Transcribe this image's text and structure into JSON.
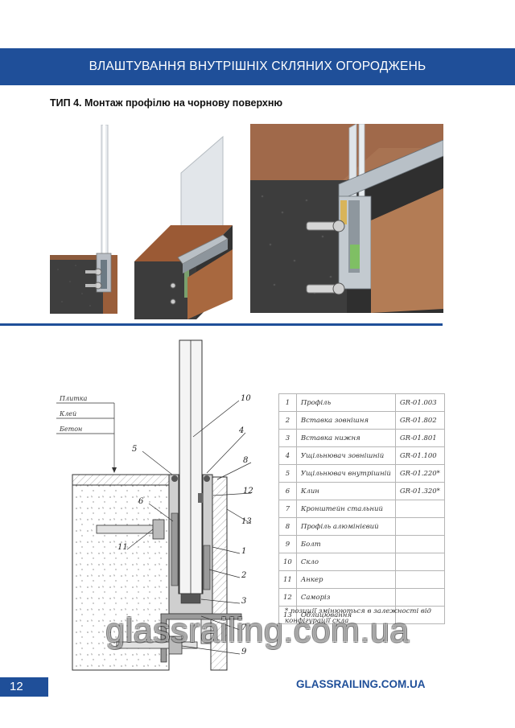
{
  "header": {
    "title": "ВЛАШТУВАННЯ ВНУТРІШНІХ СКЛЯНИХ ОГОРОДЖЕНЬ",
    "color": "#1f4f99"
  },
  "subtitle": "ТИП 4. Монтаж профілю на чорнову поверхню",
  "drawing": {
    "layers": [
      "Плитка",
      "Клей",
      "Бетон"
    ],
    "callouts": [
      "10",
      "5",
      "4",
      "8",
      "6",
      "12",
      "13",
      "11",
      "1",
      "2",
      "3",
      "7",
      "9"
    ]
  },
  "parts": [
    {
      "num": "1",
      "name": "Профіль",
      "code": "GR-01.003"
    },
    {
      "num": "2",
      "name": "Вставка зовнішня",
      "code": "GR-01.802"
    },
    {
      "num": "3",
      "name": "Вставка нижня",
      "code": "GR-01.801"
    },
    {
      "num": "4",
      "name": "Ущільнювач зовнішній",
      "code": "GR-01.100"
    },
    {
      "num": "5",
      "name": "Ущільнювач внутрішній",
      "code": "GR-01.220*"
    },
    {
      "num": "6",
      "name": "Клин",
      "code": "GR-01.320*"
    },
    {
      "num": "7",
      "name": "Кронштейн стальний",
      "code": ""
    },
    {
      "num": "8",
      "name": "Профіль алюмінієвий",
      "code": ""
    },
    {
      "num": "9",
      "name": "Болт",
      "code": ""
    },
    {
      "num": "10",
      "name": "Скло",
      "code": ""
    },
    {
      "num": "11",
      "name": "Анкер",
      "code": ""
    },
    {
      "num": "12",
      "name": "Саморіз",
      "code": ""
    },
    {
      "num": "13",
      "name": "Облицювання",
      "code": ""
    }
  ],
  "footnote": "* позиції змінюються в залежності від конфігурації скла",
  "watermark": "glassrailing.com.ua",
  "footer": {
    "page": "12",
    "site": "GLASSRAILING.COM.UA"
  }
}
